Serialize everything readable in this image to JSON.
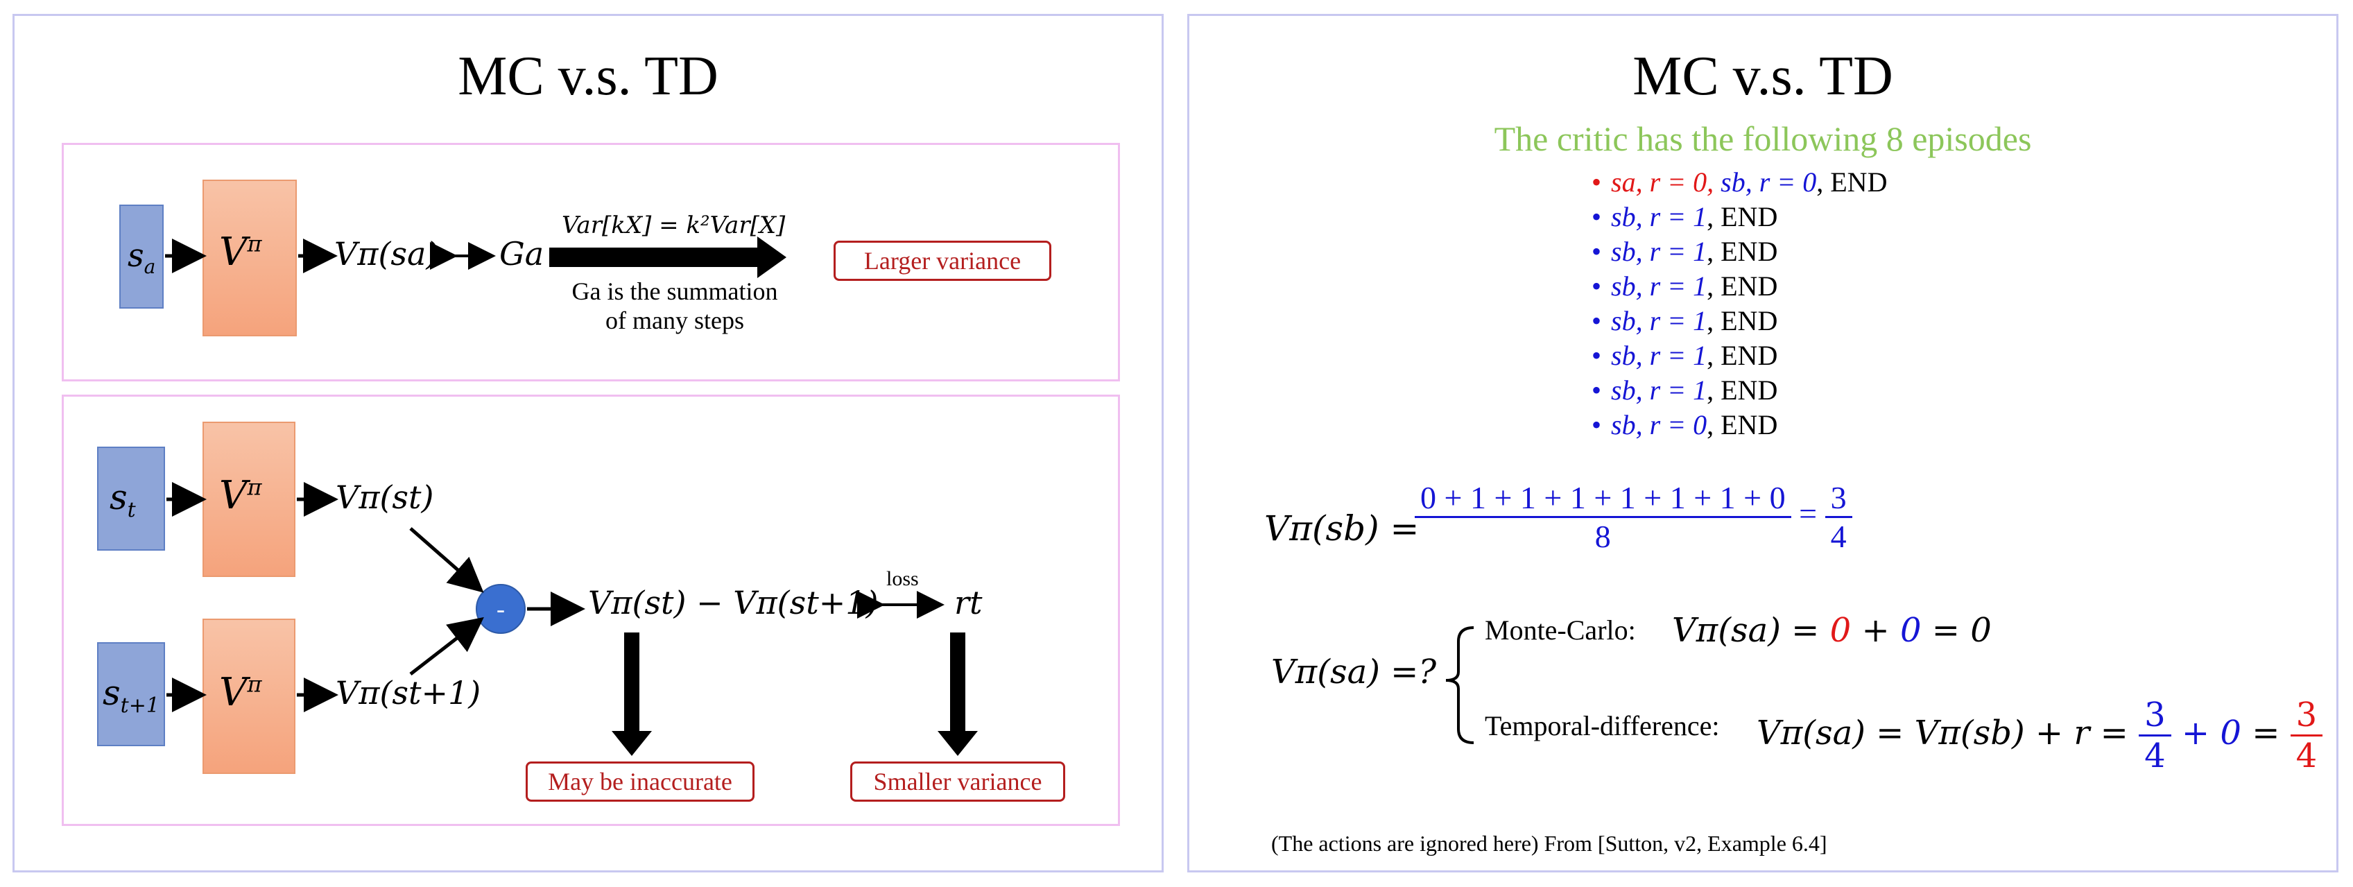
{
  "left_slide": {
    "title": "MC v.s. TD",
    "mc": {
      "state": "s",
      "state_sub": "a",
      "value_fn": "V",
      "value_sup": "π",
      "output": "Vπ(sa)",
      "return": "Ga",
      "equation": "Var[kX] = k²Var[X]",
      "note_line1": "Ga is the summation",
      "note_line2": "of many steps",
      "callout": "Larger variance"
    },
    "td": {
      "state1": "s",
      "state1_sub": "t",
      "state2": "s",
      "state2_sub": "t+1",
      "value_fn": "V",
      "value_sup": "π",
      "output1": "Vπ(st)",
      "output2": "Vπ(st+1)",
      "minus": "-",
      "difference": "Vπ(st) − Vπ(st+1)",
      "loss_label": "loss",
      "reward": "rt",
      "callout_left": "May be inaccurate",
      "callout_right": "Smaller variance"
    }
  },
  "right_slide": {
    "title": "MC v.s. TD",
    "subtitle": "The critic has the following 8 episodes",
    "episodes": [
      {
        "parts": [
          {
            "t": "sa, r = 0, ",
            "c": "red"
          },
          {
            "t": "sb, r = 0",
            "c": "blue"
          },
          {
            "t": ", END",
            "c": "black"
          }
        ],
        "bullet": "red"
      },
      {
        "parts": [
          {
            "t": "sb, r = 1",
            "c": "blue"
          },
          {
            "t": ", END",
            "c": "black"
          }
        ],
        "bullet": "blue"
      },
      {
        "parts": [
          {
            "t": "sb, r = 1",
            "c": "blue"
          },
          {
            "t": ", END",
            "c": "black"
          }
        ],
        "bullet": "blue"
      },
      {
        "parts": [
          {
            "t": "sb, r = 1",
            "c": "blue"
          },
          {
            "t": ", END",
            "c": "black"
          }
        ],
        "bullet": "blue"
      },
      {
        "parts": [
          {
            "t": "sb, r = 1",
            "c": "blue"
          },
          {
            "t": ", END",
            "c": "black"
          }
        ],
        "bullet": "blue"
      },
      {
        "parts": [
          {
            "t": "sb, r = 1",
            "c": "blue"
          },
          {
            "t": ", END",
            "c": "black"
          }
        ],
        "bullet": "blue"
      },
      {
        "parts": [
          {
            "t": "sb, r = 1",
            "c": "blue"
          },
          {
            "t": ", END",
            "c": "black"
          }
        ],
        "bullet": "blue"
      },
      {
        "parts": [
          {
            "t": "sb, r = 0",
            "c": "blue"
          },
          {
            "t": ", END",
            "c": "black"
          }
        ],
        "bullet": "blue"
      }
    ],
    "vsb_lhs": "Vπ(sb) =",
    "vsb_num": "0 + 1 + 1 + 1 + 1 + 1 + 1 + 0",
    "vsb_den": "8",
    "vsb_eq": "=",
    "vsb_result_num": "3",
    "vsb_result_den": "4",
    "vsa_lhs": "Vπ(sa) =?",
    "mc_label": "Monte-Carlo:",
    "mc_eq_lhs": "Vπ(sa) = ",
    "mc_eq_a": "0",
    "mc_eq_plus": " + ",
    "mc_eq_b": "0",
    "mc_eq_rhs": " = 0",
    "td_label": "Temporal-difference:",
    "td_eq_lhs": "Vπ(sa) = Vπ(sb) + r =",
    "td_frac_num": "3",
    "td_frac_den": "4",
    "td_plus_zero": "+ 0",
    "td_eq": "=",
    "td_res_num": "3",
    "td_res_den": "4",
    "footnote": "(The actions are ignored here) From [Sutton, v2, Example 6.4]"
  }
}
